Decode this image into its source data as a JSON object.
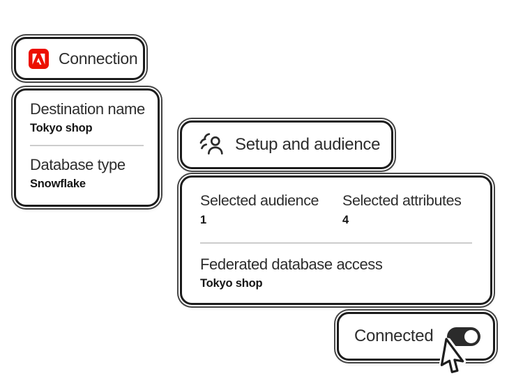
{
  "canvas": {
    "background": "#ffffff"
  },
  "colors": {
    "adobe_red": "#EC1000",
    "card_border": "#1d1d1d",
    "label_text": "#2d2d2d",
    "value_text": "#141414",
    "divider": "#cccccc",
    "toggle_on_bg": "#2b2b2b",
    "toggle_knob": "#ffffff"
  },
  "connection_card": {
    "icon": "adobe-logo-icon",
    "title": "Connection"
  },
  "destination_card": {
    "fields": [
      {
        "label": "Destination name",
        "value": "Tokyo shop"
      },
      {
        "label": "Database type",
        "value": "Snowflake"
      }
    ]
  },
  "setup_card": {
    "icon": "audience-icon",
    "title": "Setup and audience"
  },
  "summary_card": {
    "stats": [
      {
        "label": "Selected audience",
        "value": "1"
      },
      {
        "label": "Selected attributes",
        "value": "4"
      }
    ],
    "federated": {
      "label": "Federated database access",
      "value": "Tokyo shop"
    }
  },
  "connected_card": {
    "label": "Connected",
    "toggle_state": "on",
    "cursor": "arrow-pointer-icon"
  }
}
